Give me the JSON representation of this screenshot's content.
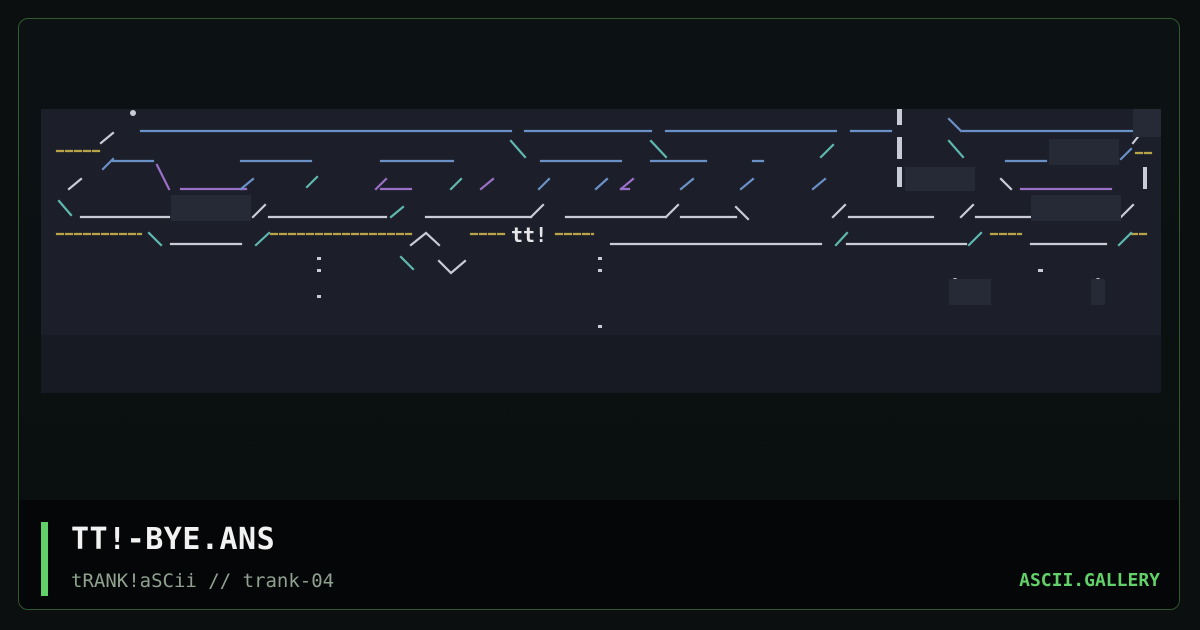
{
  "card": {
    "title": "TT!-BYE.ANS",
    "subtitle": "tRANK!aSCii // trank-04",
    "site": "ASCII.GALLERY"
  },
  "artwork": {
    "embedded_text": "tt!"
  },
  "colors": {
    "accent": "#63d169",
    "background": "#0b0f10",
    "art_background": "#1c1f29",
    "line_blue": "#6a90c8",
    "line_cyan": "#5fb8b0",
    "line_purple": "#9a6fc8",
    "line_white": "#c9ccd6",
    "line_yellow": "#b8a24a"
  }
}
